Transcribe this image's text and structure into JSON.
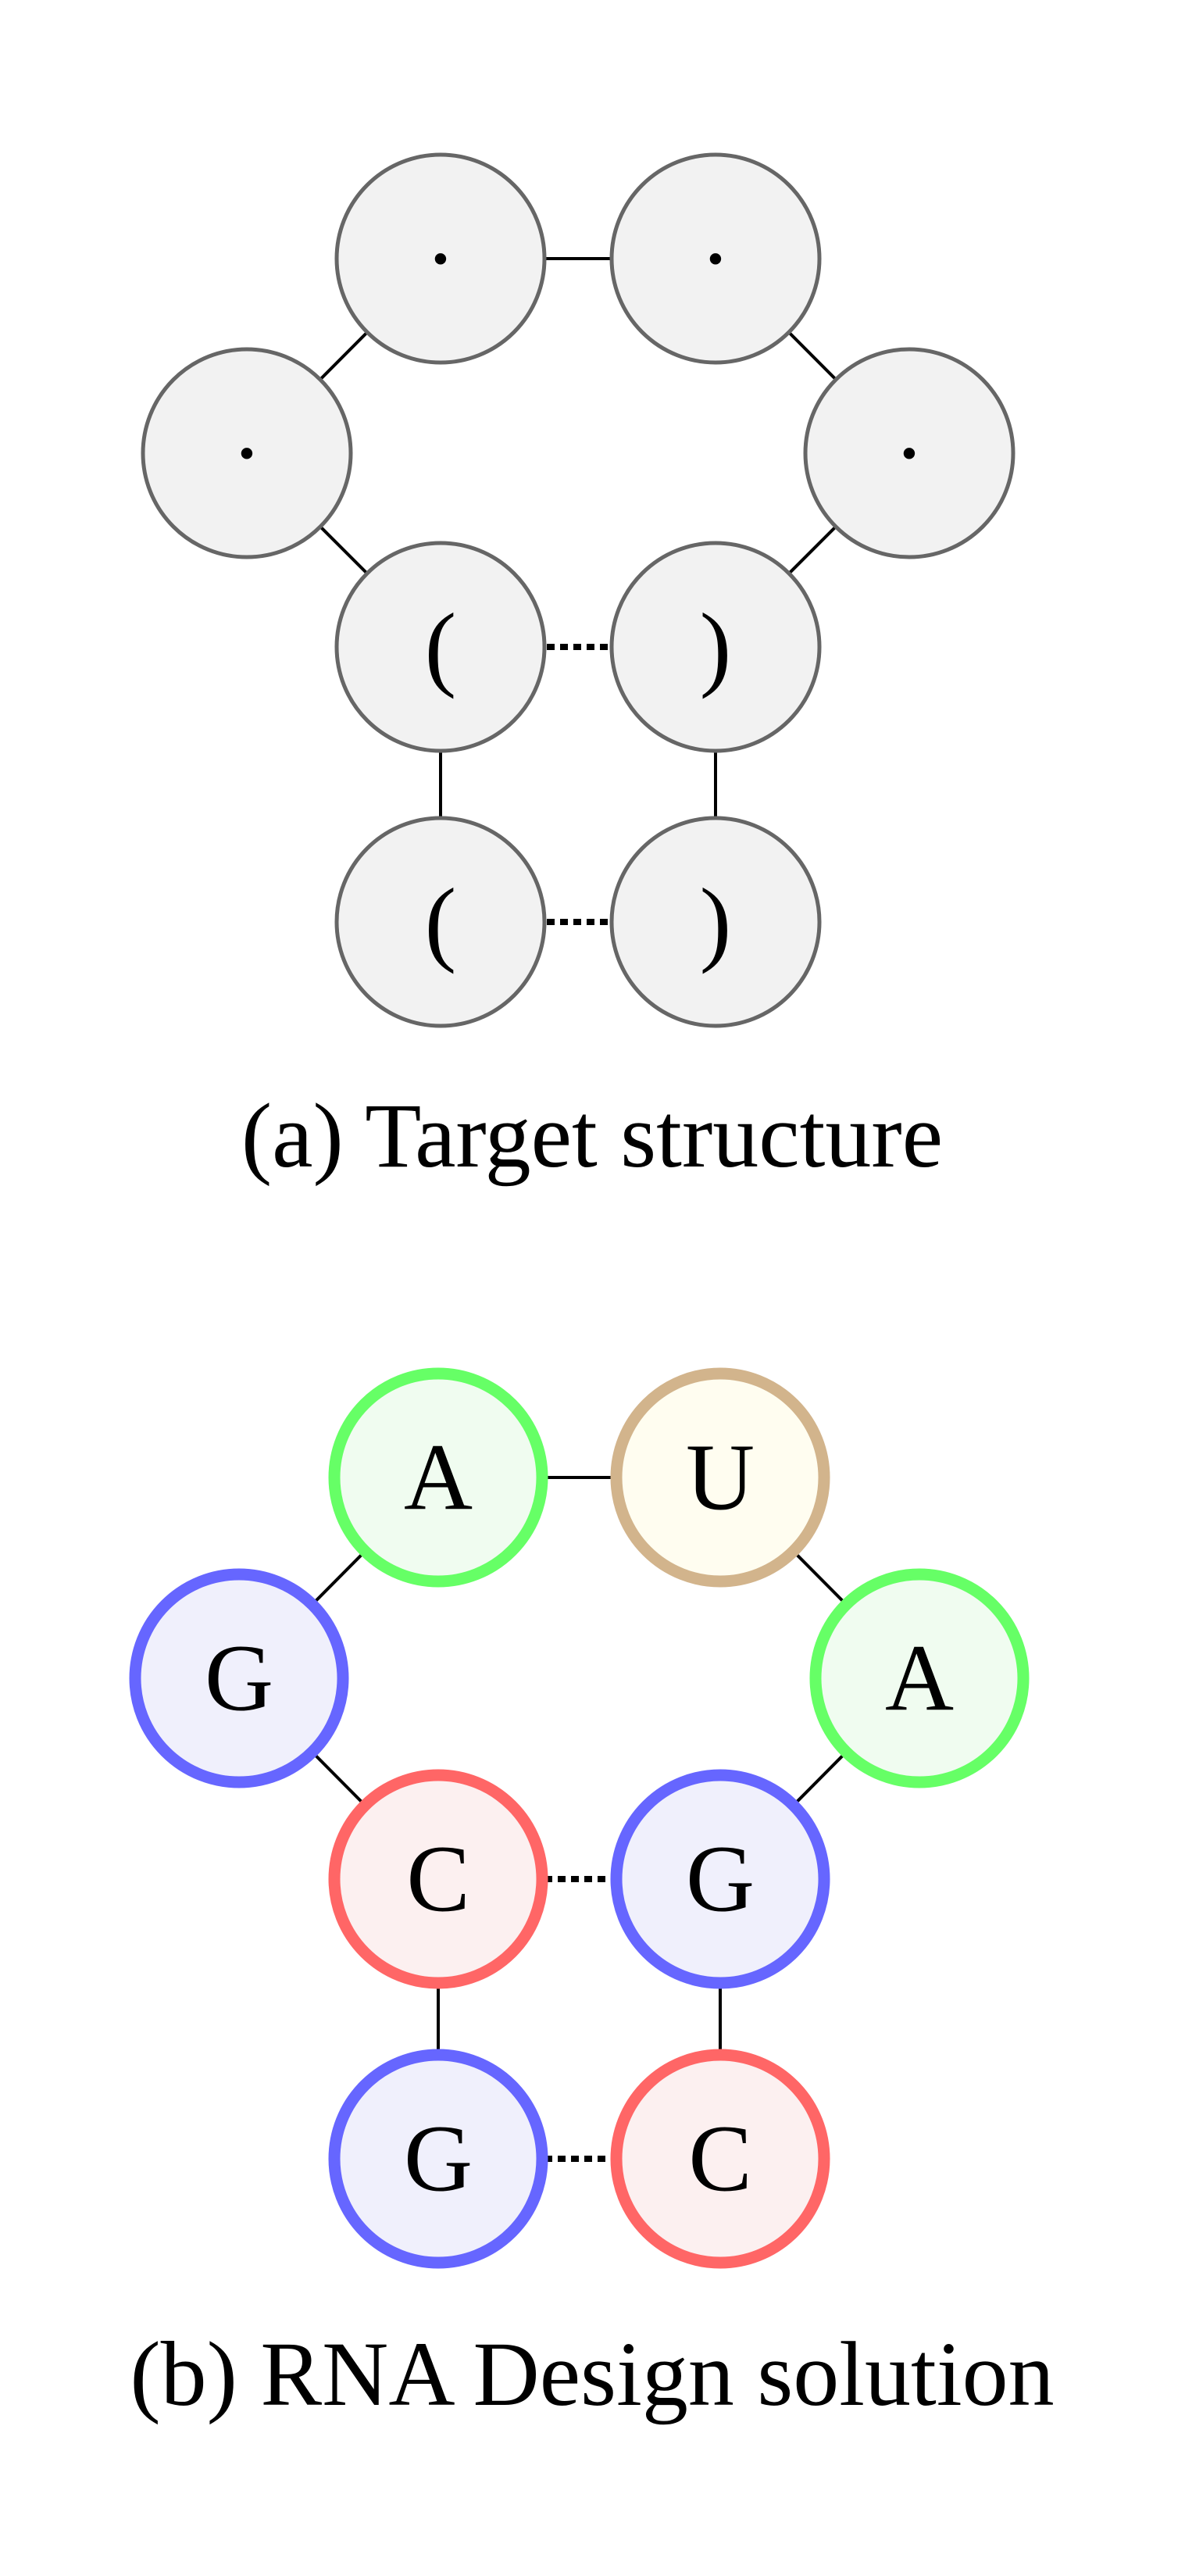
{
  "panels": [
    {
      "caption": "(a) Target structure",
      "nodes": [
        {
          "label": "(",
          "kind": "structure"
        },
        {
          "label": "(",
          "kind": "structure"
        },
        {
          "label": "·",
          "kind": "structure"
        },
        {
          "label": "·",
          "kind": "structure"
        },
        {
          "label": "·",
          "kind": "structure"
        },
        {
          "label": "·",
          "kind": "structure"
        },
        {
          "label": ")",
          "kind": "structure"
        },
        {
          "label": ")",
          "kind": "structure"
        }
      ],
      "backbone": [
        [
          0,
          1
        ],
        [
          1,
          2
        ],
        [
          2,
          3
        ],
        [
          3,
          4
        ],
        [
          4,
          5
        ],
        [
          5,
          6
        ],
        [
          6,
          7
        ]
      ],
      "pairs": [
        [
          0,
          7
        ],
        [
          1,
          6
        ]
      ]
    },
    {
      "caption": "(b) RNA Design solution",
      "nodes": [
        {
          "label": "G",
          "kind": "G"
        },
        {
          "label": "C",
          "kind": "C"
        },
        {
          "label": "G",
          "kind": "G"
        },
        {
          "label": "A",
          "kind": "A"
        },
        {
          "label": "U",
          "kind": "U"
        },
        {
          "label": "A",
          "kind": "A"
        },
        {
          "label": "G",
          "kind": "G"
        },
        {
          "label": "C",
          "kind": "C"
        }
      ],
      "backbone": [
        [
          0,
          1
        ],
        [
          1,
          2
        ],
        [
          2,
          3
        ],
        [
          3,
          4
        ],
        [
          4,
          5
        ],
        [
          5,
          6
        ],
        [
          6,
          7
        ]
      ],
      "pairs": [
        [
          0,
          7
        ],
        [
          1,
          6
        ]
      ]
    }
  ],
  "styles": {
    "structure": {
      "stroke": "#666666",
      "fill": "#f2f2f2"
    },
    "A": {
      "stroke": "#66ff66",
      "fill": "#f0fcf0"
    },
    "U": {
      "stroke": "#d2b48c",
      "fill": "#fffdf0"
    },
    "G": {
      "stroke": "#6666ff",
      "fill": "#f0f0fc"
    },
    "C": {
      "stroke": "#ff6666",
      "fill": "#fcf0f0"
    }
  }
}
